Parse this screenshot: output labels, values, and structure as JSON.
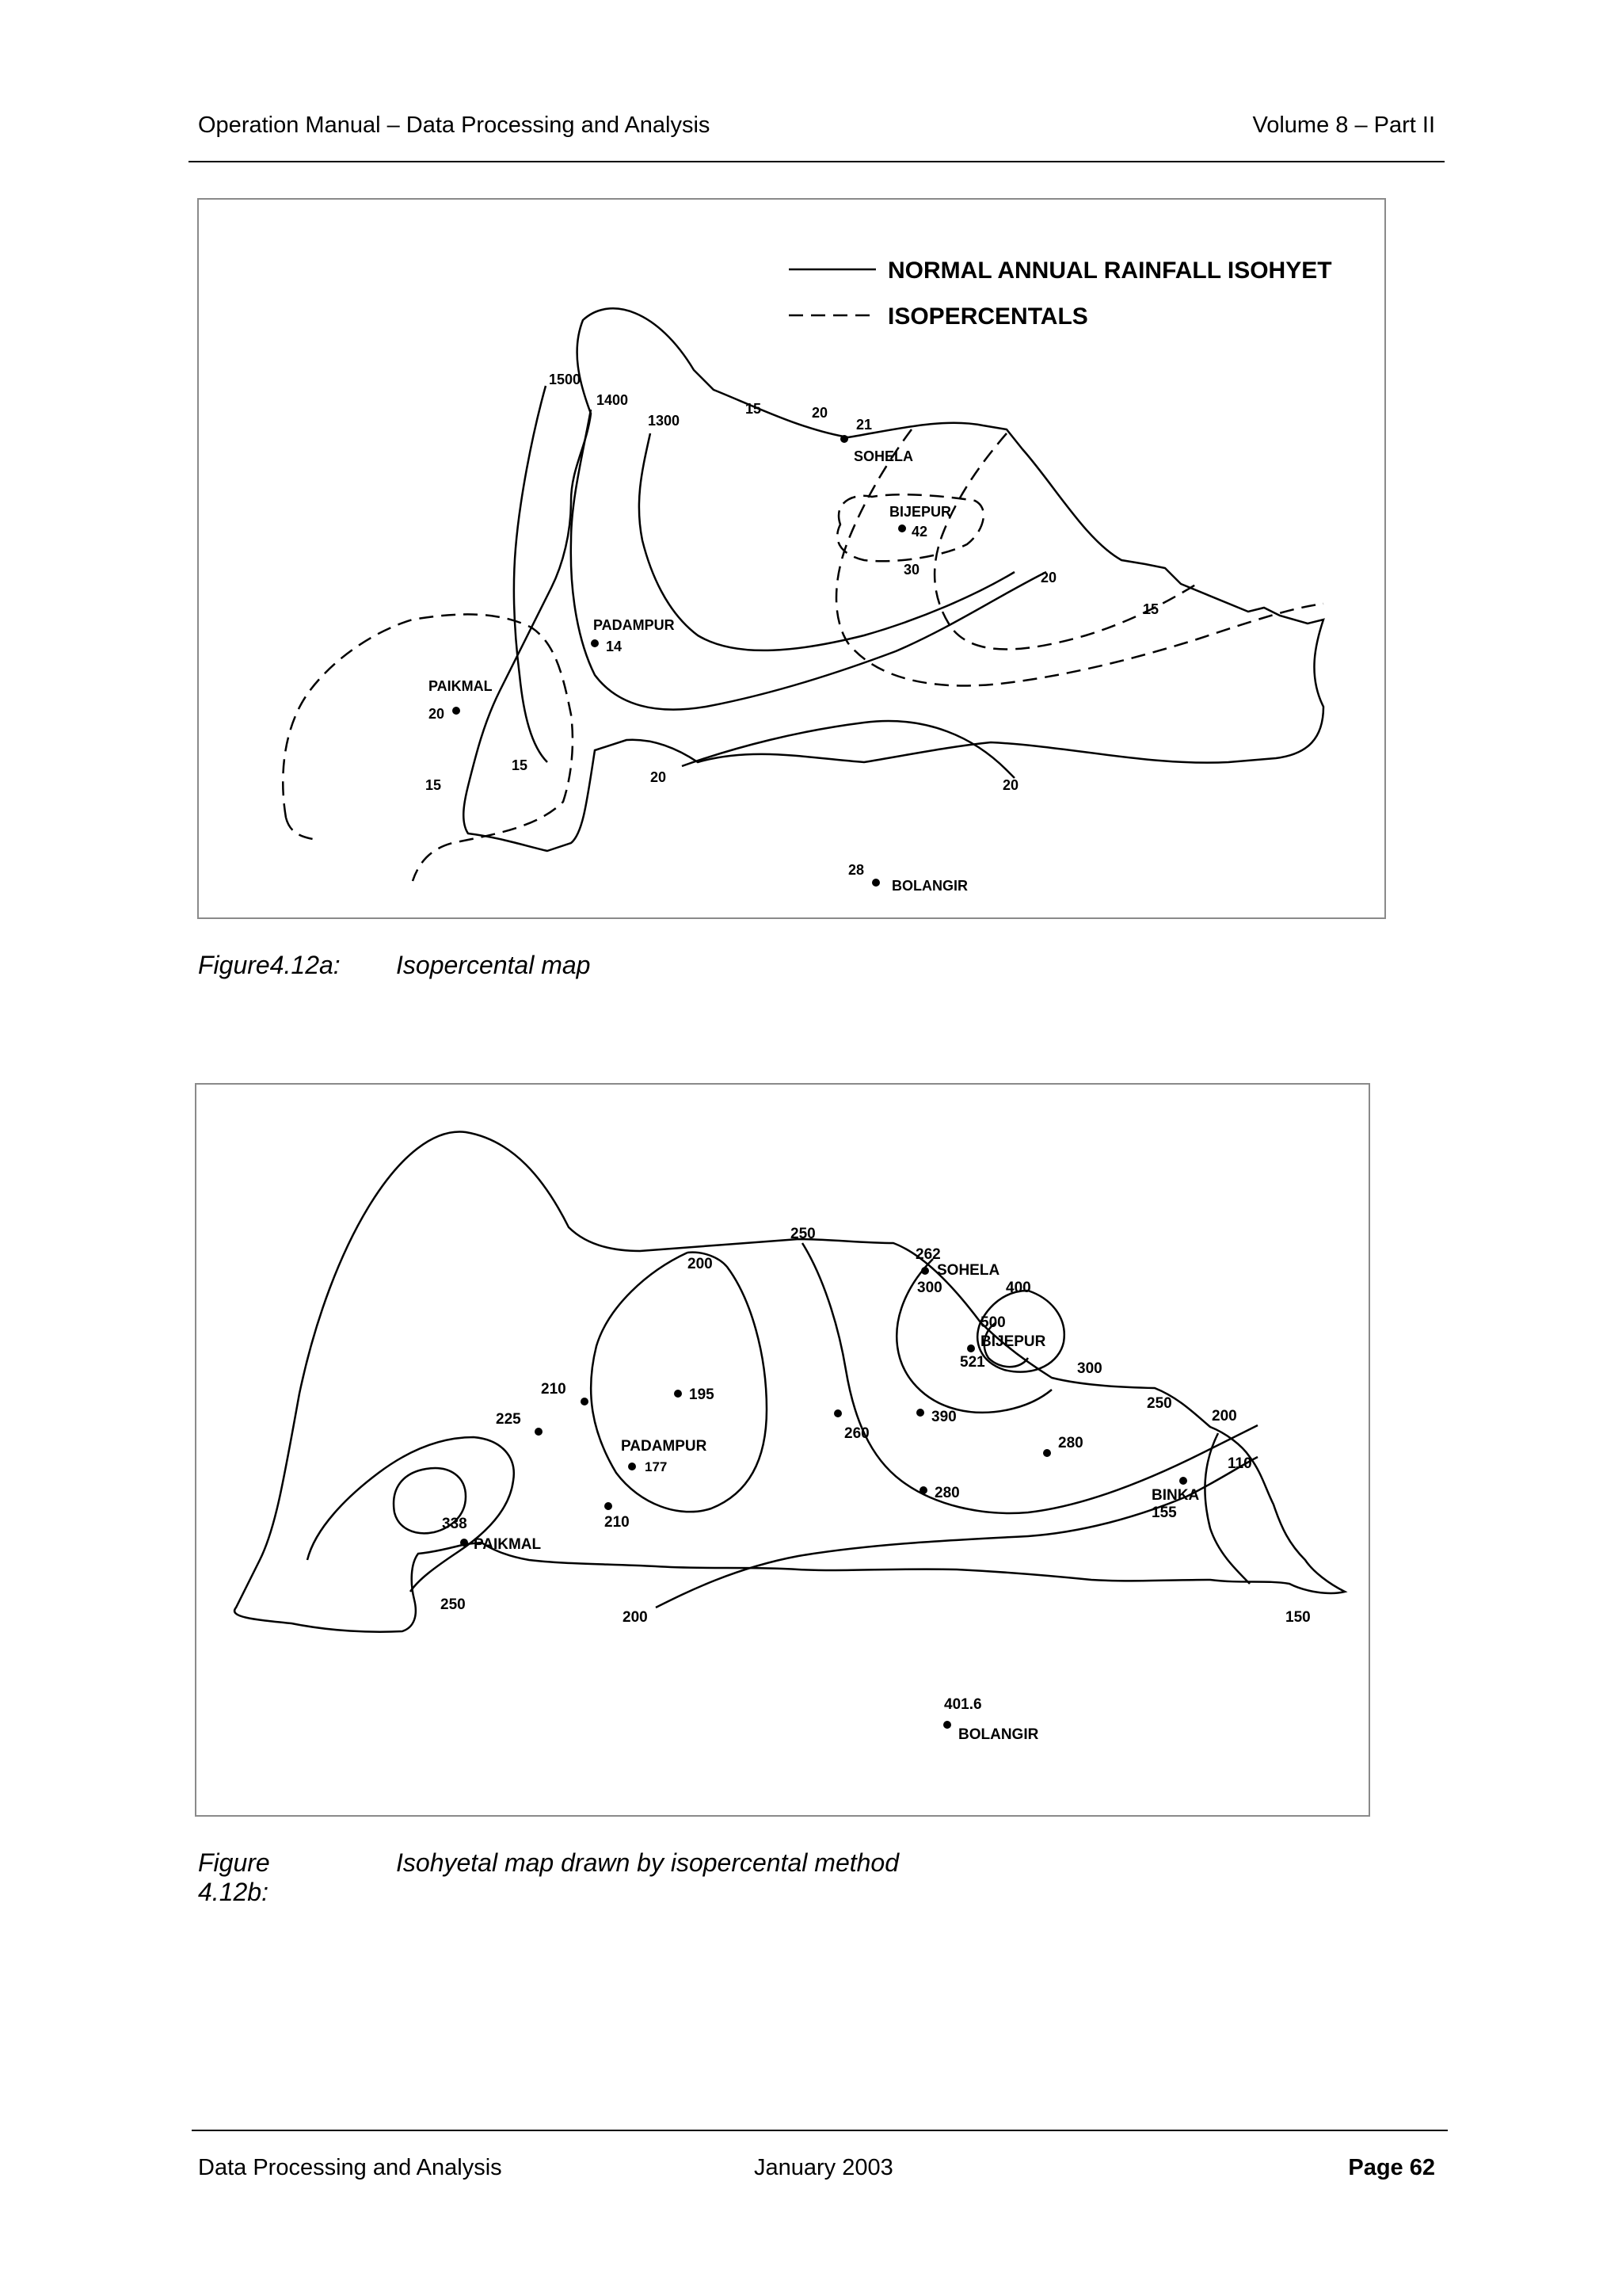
{
  "header": {
    "left": "Operation Manual – Data Processing and Analysis",
    "right": "Volume 8 – Part II"
  },
  "figure_a": {
    "caption_number": "Figure4.12a:",
    "caption_text": "Isopercental map",
    "legend": {
      "solid": "NORMAL ANNUAL RAINFALL ISOHYET",
      "dashed": "ISOPERCENTALS"
    },
    "isohyet_labels": [
      "1500",
      "1400",
      "1300"
    ],
    "isopercental_labels": [
      "15",
      "20",
      "30",
      "20",
      "15",
      "15",
      "15",
      "20",
      "20"
    ],
    "stations": [
      {
        "name": "SOHELA",
        "value": "21"
      },
      {
        "name": "BIJEPUR",
        "value": "42"
      },
      {
        "name": "PADAMPUR",
        "value": "14"
      },
      {
        "name": "PAIKMAL",
        "value": "20"
      },
      {
        "name": "BOLANGIR",
        "value": "28"
      }
    ]
  },
  "figure_b": {
    "caption_number": "Figure 4.12b:",
    "caption_text": "Isohyetal map drawn by isopercental method",
    "contour_labels": [
      "250",
      "200",
      "300",
      "400",
      "500",
      "300",
      "250",
      "200",
      "110",
      "150",
      "200",
      "250",
      "210",
      "225",
      "210"
    ],
    "stations": [
      {
        "name": "SOHELA",
        "value": "262"
      },
      {
        "name": "BIJEPUR",
        "value": "521"
      },
      {
        "name": "PADAMPUR",
        "value": "177"
      },
      {
        "name": "PAIKMAL",
        "value": "338"
      },
      {
        "name": "BINKA",
        "value": "155"
      },
      {
        "name": "BOLANGIR",
        "value": "401.6"
      }
    ],
    "unnamed_points": [
      "195",
      "260",
      "390",
      "280",
      "280"
    ]
  },
  "footer": {
    "left": "Data Processing and Analysis",
    "center": "January 2003",
    "right": "Page 62"
  }
}
